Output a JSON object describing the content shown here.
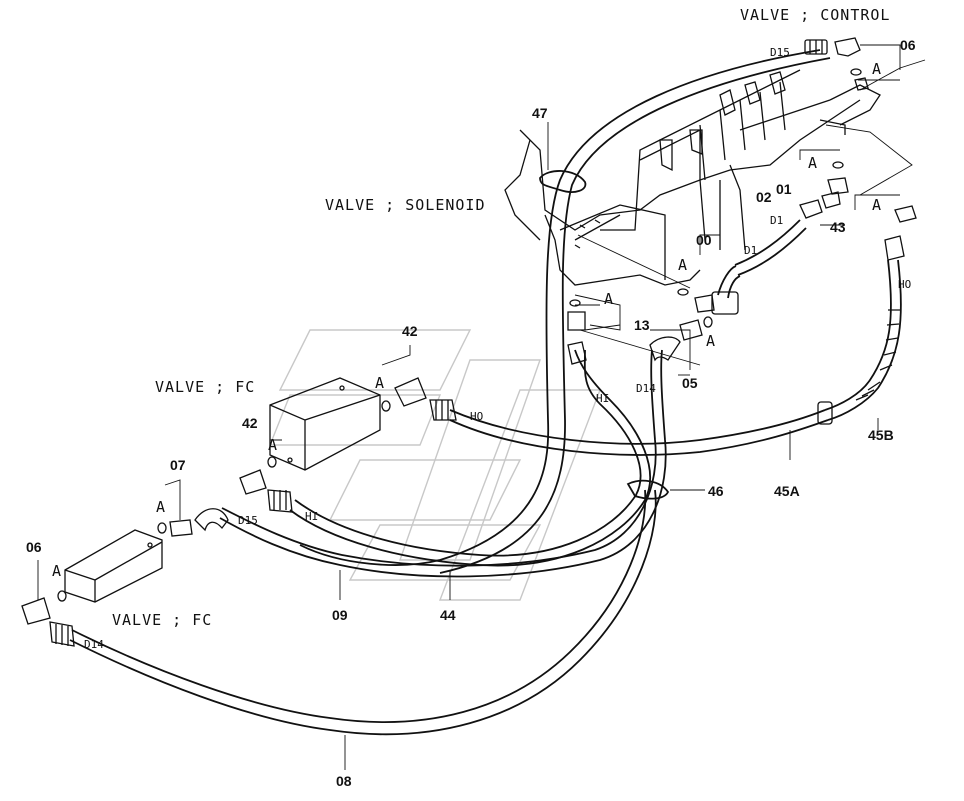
{
  "titles": {
    "valve_control": "VALVE ; CONTROL",
    "valve_solenoid": "VALVE ; SOLENOID",
    "valve_fc_upper": "VALVE ; FC",
    "valve_fc_lower": "VALVE ; FC"
  },
  "part_numbers": {
    "p06_top": "06",
    "p47": "47",
    "p02": "02",
    "p01": "01",
    "p43": "43",
    "p00": "00",
    "p13": "13",
    "p05": "05",
    "p42_top": "42",
    "p42_left": "42",
    "p07": "07",
    "p06_left": "06",
    "p46": "46",
    "p45A": "45A",
    "p45B": "45B",
    "p09": "09",
    "p44": "44",
    "p08": "08"
  },
  "hose_sizes": {
    "d15_top": "D15",
    "d1_upper": "D1",
    "d1_lower": "D1",
    "d14_mid": "D14",
    "d15_low": "D15",
    "d14_low": "D14"
  },
  "port_labels": {
    "ho_right": "HO",
    "ho_mid": "HO",
    "hi_mid": "HI",
    "hi_low": "HI"
  },
  "detail_marker": "A"
}
